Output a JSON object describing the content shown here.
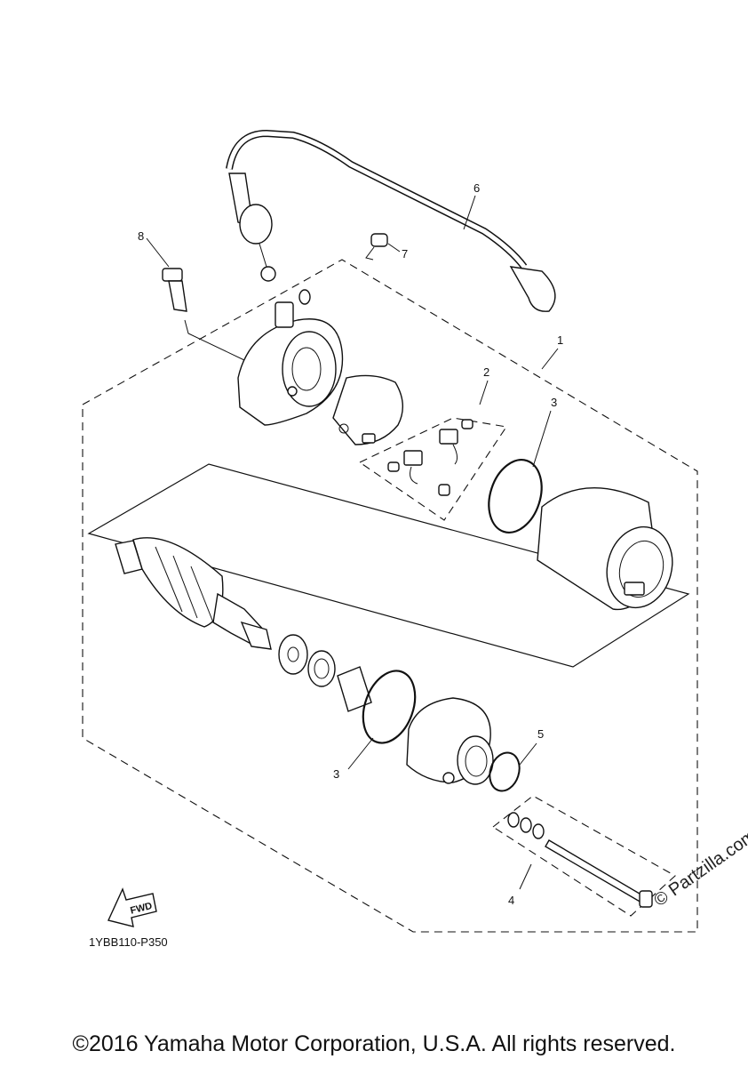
{
  "diagram": {
    "callouts": [
      {
        "id": "c1",
        "label": "1"
      },
      {
        "id": "c2",
        "label": "2"
      },
      {
        "id": "c3a",
        "label": "3"
      },
      {
        "id": "c3b",
        "label": "3"
      },
      {
        "id": "c4",
        "label": "4"
      },
      {
        "id": "c5",
        "label": "5"
      },
      {
        "id": "c6",
        "label": "6"
      },
      {
        "id": "c7",
        "label": "7"
      },
      {
        "id": "c8",
        "label": "8"
      }
    ],
    "fwd_label": "FWD",
    "diagram_code": "1YBB110-P350",
    "watermark": "© Partzilla.com"
  },
  "footer": {
    "copyright": "©2016 Yamaha Motor Corporation, U.S.A. All rights reserved."
  }
}
